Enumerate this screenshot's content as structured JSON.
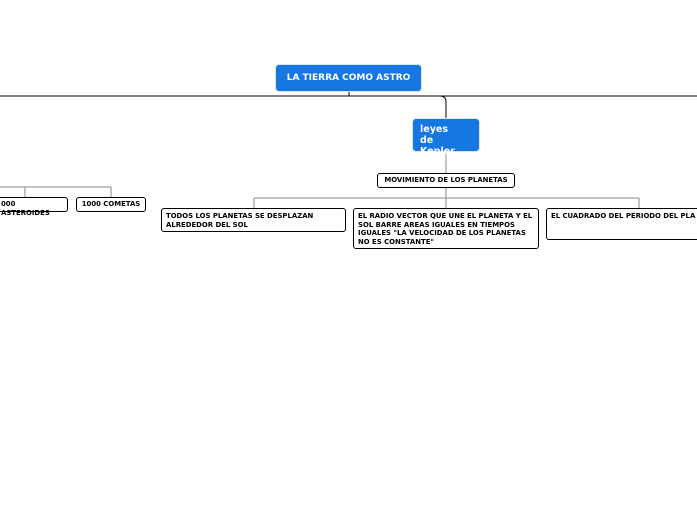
{
  "root": {
    "label": "LA TIERRA COMO ASTRO"
  },
  "left_branch": {
    "asteroids": "000 ASTEROIDES",
    "comets": "1000 COMETAS"
  },
  "kepler": {
    "label": "leyes\nde Kepler.",
    "sub": "MOVIMIENTO DE LOS PLANETAS",
    "laws": [
      "TODOS LOS PLANETAS SE DESPLAZAN ALREDEDOR DEL SOL",
      "EL RADIO VECTOR QUE UNE EL PLANETA Y EL SOL BARRE AREAS IGUALES EN TIEMPOS IGUALES \"LA VELOCIDAD DE LOS PLANETAS NO ES CONSTANTE\"",
      "EL CUADRADO DEL PERIODO DEL PLA ES PROPORCIONAL AL CUBO DEL SEM MAYOR DE LA ORBITA"
    ]
  },
  "colors": {
    "node_blue": "#1677e0",
    "line": "#000000",
    "thin_line": "#888888"
  }
}
